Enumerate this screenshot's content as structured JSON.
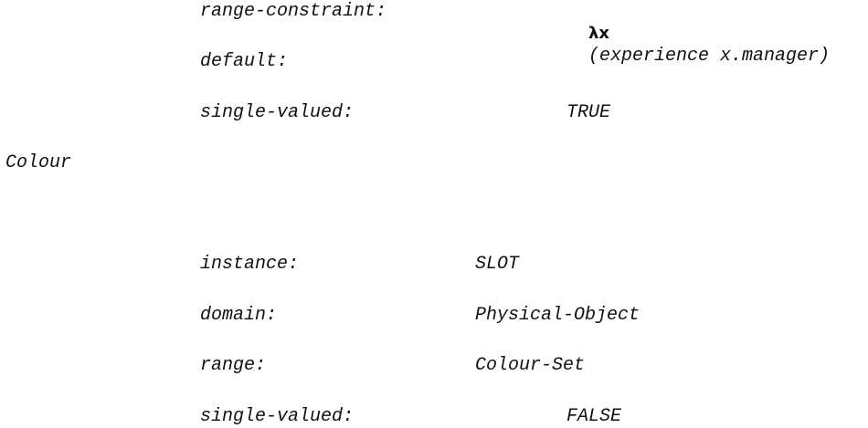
{
  "slot_1": {
    "range_constraint_label": "range-constraint:",
    "range_constraint_symbol": "λx",
    "range_constraint_value": "(experience x.manager)",
    "default_label": "default:",
    "single_valued_label": "single-valued:",
    "single_valued_value": "TRUE"
  },
  "slot_2": {
    "name": "Colour",
    "instance_label": "instance:",
    "instance_value": "SLOT",
    "domain_label": "domain:",
    "domain_value": "Physical-Object",
    "range_label": "range:",
    "range_value": "Colour-Set",
    "single_valued_label": "single-valued:",
    "single_valued_value": "FALSE"
  }
}
